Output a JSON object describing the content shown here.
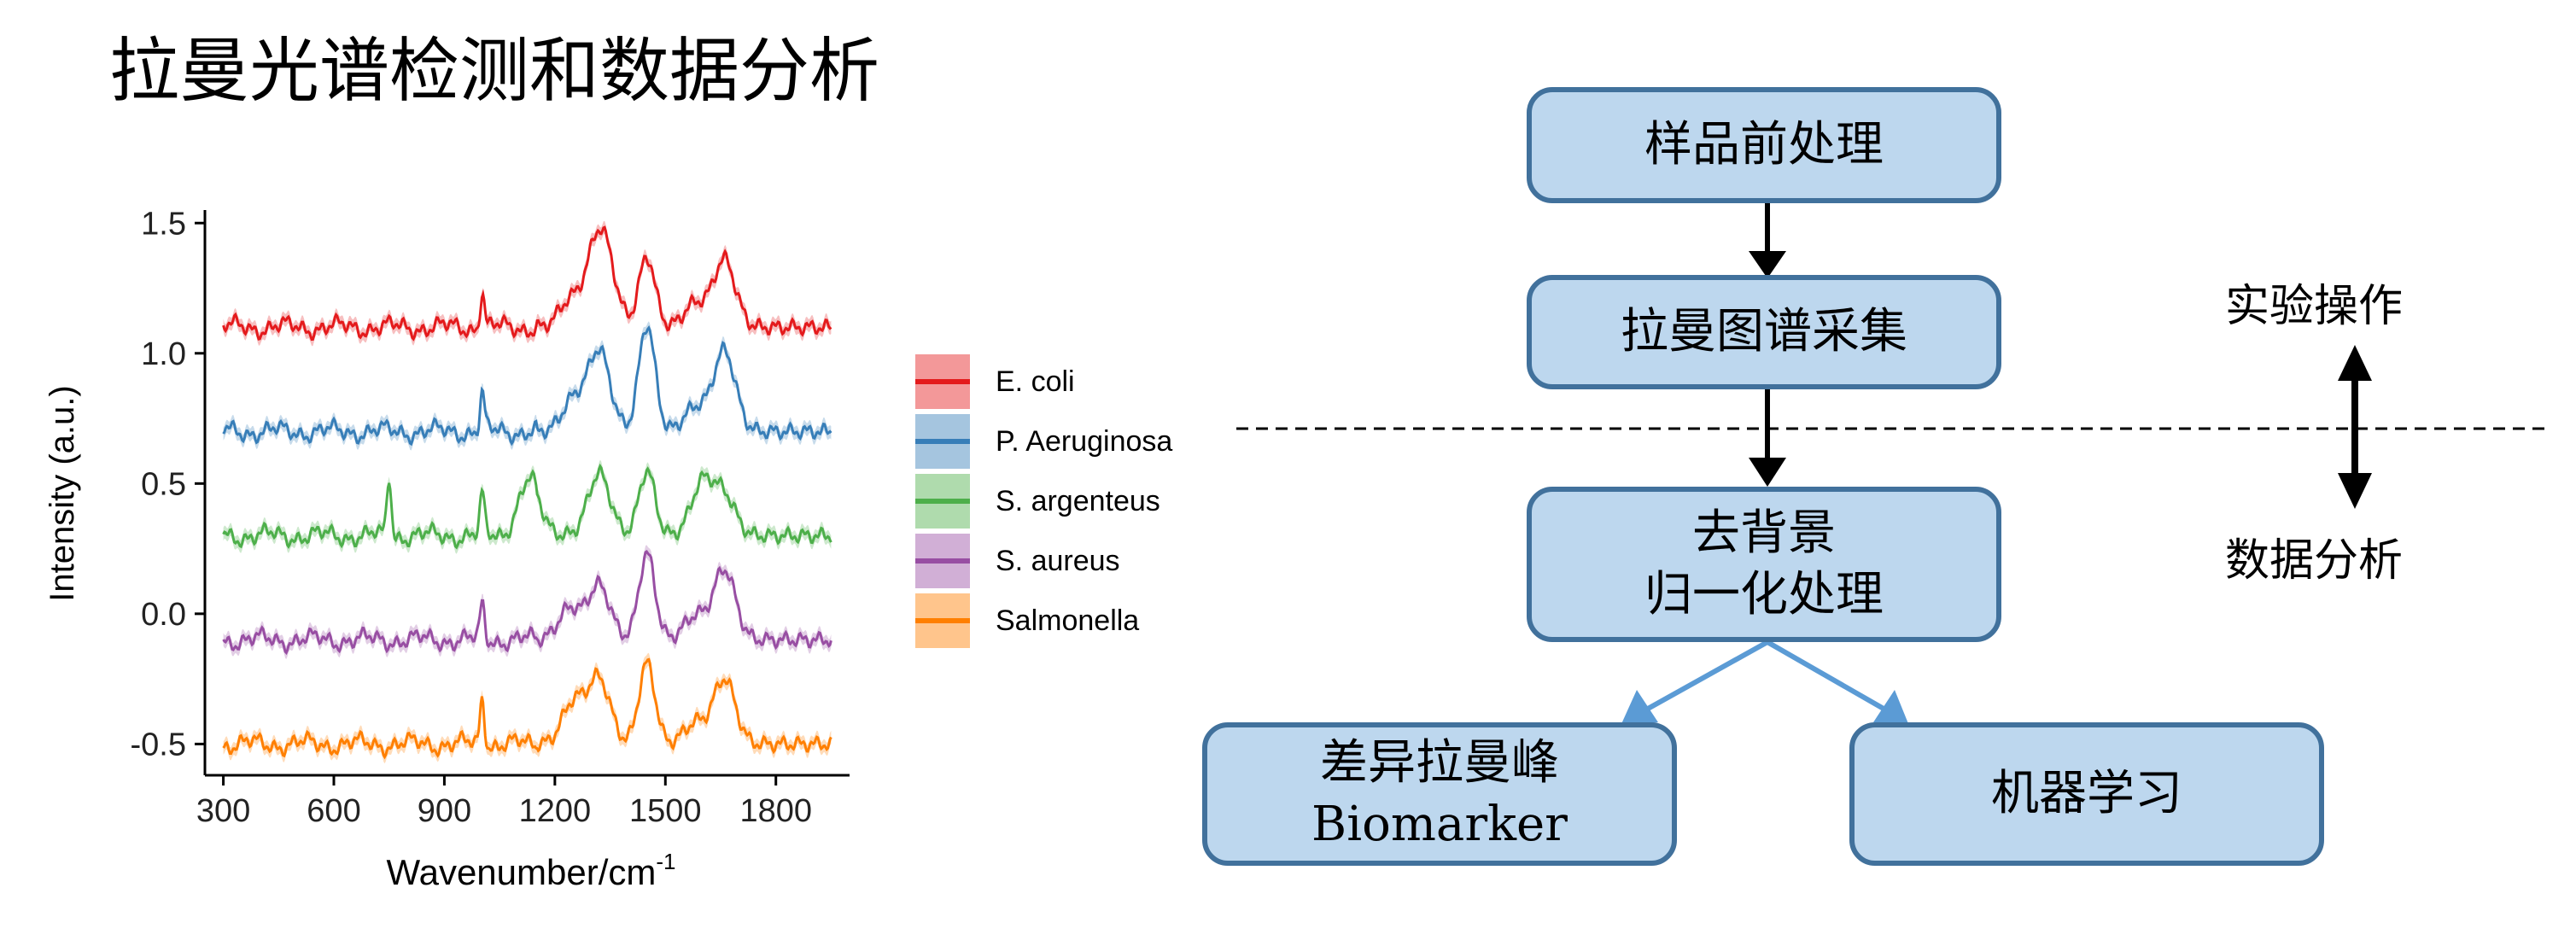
{
  "page_title": "拉曼光谱检测和数据分析",
  "chart_data": {
    "type": "line",
    "ylabel": "Intensity (a.u.)",
    "xlabel": "Wavenumber/cm",
    "xlabel_sup": "-1",
    "xlim": [
      250,
      2000
    ],
    "ylim": [
      -0.62,
      1.55
    ],
    "x_ticks": [
      300,
      600,
      900,
      1200,
      1500,
      1800
    ],
    "y_ticks": [
      -0.5,
      0.0,
      0.5,
      1.0,
      1.5
    ],
    "y_tick_labels": [
      "-0.5",
      "0.0",
      "0.5",
      "1.0",
      "1.5"
    ],
    "legend_position": "right",
    "series": [
      {
        "name": "E.  coli",
        "color": "#e41a1c",
        "baseline": 1.1,
        "peaks": [
          [
            1003,
            0.14
          ],
          [
            1240,
            0.1
          ],
          [
            1310,
            0.23
          ],
          [
            1340,
            0.2
          ],
          [
            1450,
            0.27
          ],
          [
            1580,
            0.09
          ],
          [
            1660,
            0.26
          ]
        ]
      },
      {
        "name": "P.  Aeruginosa",
        "color": "#377eb8",
        "baseline": 0.7,
        "peaks": [
          [
            1003,
            0.14
          ],
          [
            1250,
            0.12
          ],
          [
            1320,
            0.31
          ],
          [
            1450,
            0.41
          ],
          [
            1580,
            0.09
          ],
          [
            1660,
            0.31
          ]
        ]
      },
      {
        "name": "S.  argenteus",
        "color": "#4daf4a",
        "baseline": 0.3,
        "peaks": [
          [
            750,
            0.23
          ],
          [
            1003,
            0.15
          ],
          [
            1130,
            0.21
          ],
          [
            1320,
            0.24
          ],
          [
            1450,
            0.25
          ],
          [
            1600,
            0.2
          ],
          [
            1660,
            0.15
          ]
        ]
      },
      {
        "name": "S.  aureus",
        "color": "#984ea3",
        "baseline": -0.1,
        "peaks": [
          [
            1003,
            0.13
          ],
          [
            1240,
            0.12
          ],
          [
            1320,
            0.21
          ],
          [
            1450,
            0.33
          ],
          [
            1580,
            0.09
          ],
          [
            1660,
            0.27
          ]
        ]
      },
      {
        "name": "Salmonella",
        "color": "#ff7f00",
        "baseline": -0.5,
        "peaks": [
          [
            1003,
            0.18
          ],
          [
            1250,
            0.16
          ],
          [
            1320,
            0.25
          ],
          [
            1450,
            0.31
          ],
          [
            1580,
            0.08
          ],
          [
            1660,
            0.25
          ]
        ]
      }
    ]
  },
  "flowchart": {
    "steps": [
      {
        "id": "pretreat",
        "lines": [
          "样品前处理"
        ]
      },
      {
        "id": "acquire",
        "lines": [
          "拉曼图谱采集"
        ]
      },
      {
        "id": "preprocess",
        "lines": [
          "去背景",
          "归一化处理"
        ]
      },
      {
        "id": "biomarker",
        "lines": [
          "差异拉曼峰",
          "Biomarker"
        ]
      },
      {
        "id": "ml",
        "lines": [
          "机器学习"
        ]
      }
    ],
    "label_top": "实验操作",
    "label_bottom": "数据分析",
    "colors": {
      "box_fill": "#bdd7ee",
      "box_border": "#41719c",
      "branch_arrow": "#5b9bd5",
      "main_arrow": "#000000"
    }
  }
}
